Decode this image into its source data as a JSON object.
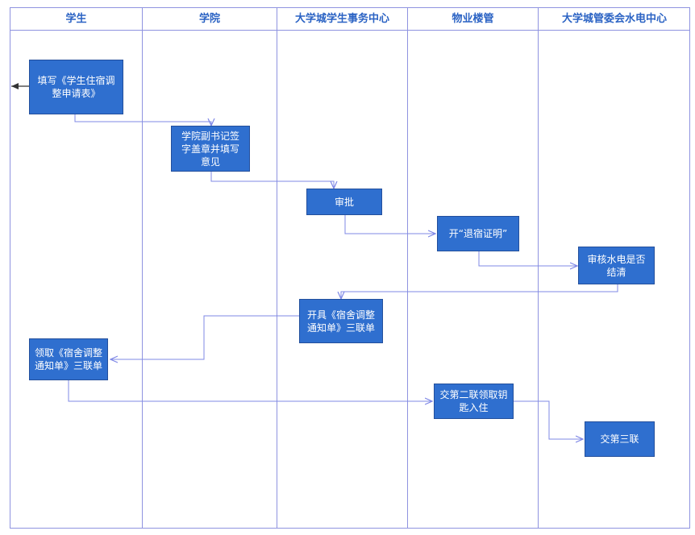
{
  "lanes": [
    "学生",
    "学院",
    "大学城学生事务中心",
    "物业楼管",
    "大学城管委会水电中心"
  ],
  "steps": {
    "s1": "填写《学生住宿调\n整申请表》",
    "s2": "学院副书记签\n字盖章并填写\n意见",
    "s3": "审批",
    "s4": "开“退宿证明”",
    "s5": "审核水电是否\n结清",
    "s6": "开具《宿舍调整\n通知单》三联单",
    "s7": "领取《宿舍调整\n通知单》三联单",
    "s8": "交第二联领取钥\n匙入住",
    "s9": "交第三联"
  },
  "colors": {
    "box": "#2f6fcf",
    "line": "#7f88e6",
    "header": "#2b63c4"
  }
}
